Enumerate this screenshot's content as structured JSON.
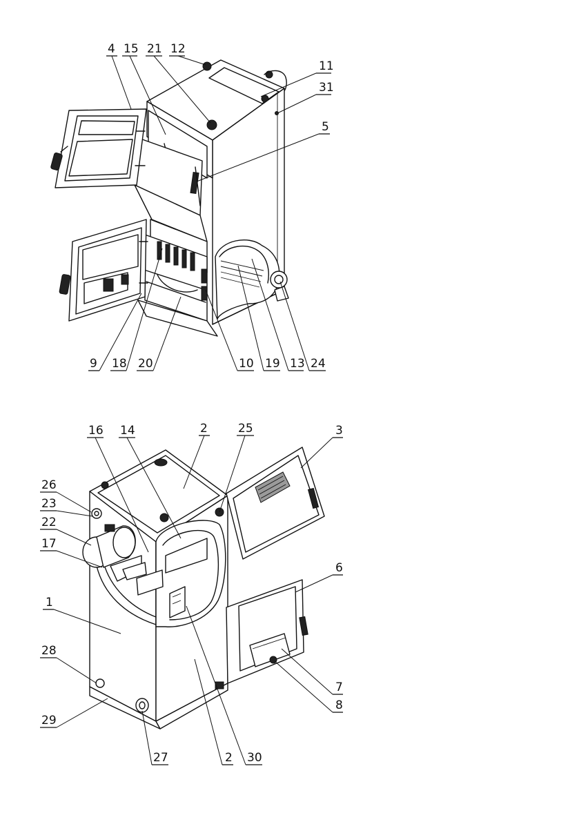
{
  "figure_top": {
    "callouts": [
      {
        "id": "c4",
        "label": "4"
      },
      {
        "id": "c15",
        "label": "15"
      },
      {
        "id": "c21",
        "label": "21"
      },
      {
        "id": "c12",
        "label": "12"
      },
      {
        "id": "c11",
        "label": "11"
      },
      {
        "id": "c31",
        "label": "31"
      },
      {
        "id": "c5",
        "label": "5"
      },
      {
        "id": "c9",
        "label": "9"
      },
      {
        "id": "c18",
        "label": "18"
      },
      {
        "id": "c20",
        "label": "20"
      },
      {
        "id": "c10",
        "label": "10"
      },
      {
        "id": "c19",
        "label": "19"
      },
      {
        "id": "c13",
        "label": "13"
      },
      {
        "id": "c24",
        "label": "24"
      }
    ]
  },
  "figure_bottom": {
    "callouts": [
      {
        "id": "c16",
        "label": "16"
      },
      {
        "id": "c14",
        "label": "14"
      },
      {
        "id": "c2a",
        "label": "2"
      },
      {
        "id": "c25",
        "label": "25"
      },
      {
        "id": "c3",
        "label": "3"
      },
      {
        "id": "c26",
        "label": "26"
      },
      {
        "id": "c23",
        "label": "23"
      },
      {
        "id": "c22",
        "label": "22"
      },
      {
        "id": "c17",
        "label": "17"
      },
      {
        "id": "c6",
        "label": "6"
      },
      {
        "id": "c1",
        "label": "1"
      },
      {
        "id": "c28",
        "label": "28"
      },
      {
        "id": "c7",
        "label": "7"
      },
      {
        "id": "c8",
        "label": "8"
      },
      {
        "id": "c29",
        "label": "29"
      },
      {
        "id": "c27",
        "label": "27"
      },
      {
        "id": "c2b",
        "label": "2"
      },
      {
        "id": "c30",
        "label": "30"
      }
    ]
  }
}
